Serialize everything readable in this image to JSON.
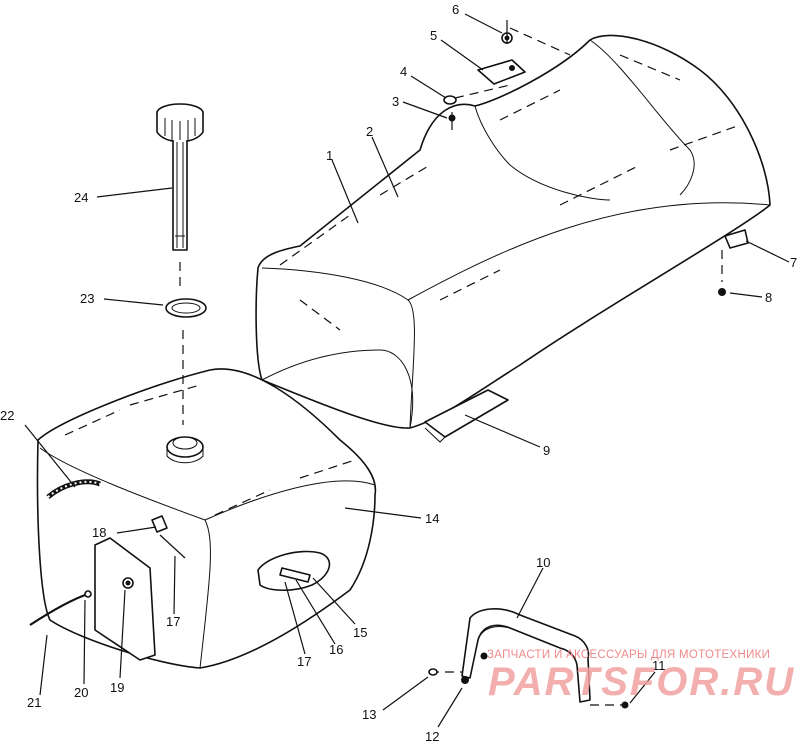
{
  "diagram": {
    "callouts": [
      {
        "id": "c1",
        "label": "1"
      },
      {
        "id": "c2",
        "label": "2"
      },
      {
        "id": "c3",
        "label": "3"
      },
      {
        "id": "c4",
        "label": "4"
      },
      {
        "id": "c5",
        "label": "5"
      },
      {
        "id": "c6",
        "label": "6"
      },
      {
        "id": "c7",
        "label": "7"
      },
      {
        "id": "c8",
        "label": "8"
      },
      {
        "id": "c9",
        "label": "9"
      },
      {
        "id": "c10",
        "label": "10"
      },
      {
        "id": "c11",
        "label": "11"
      },
      {
        "id": "c12",
        "label": "12"
      },
      {
        "id": "c13",
        "label": "13"
      },
      {
        "id": "c14",
        "label": "14"
      },
      {
        "id": "c15",
        "label": "15"
      },
      {
        "id": "c16",
        "label": "16"
      },
      {
        "id": "c17a",
        "label": "17"
      },
      {
        "id": "c17b",
        "label": "17"
      },
      {
        "id": "c18",
        "label": "18"
      },
      {
        "id": "c19",
        "label": "19"
      },
      {
        "id": "c20",
        "label": "20"
      },
      {
        "id": "c21",
        "label": "21"
      },
      {
        "id": "c22",
        "label": "22"
      },
      {
        "id": "c23",
        "label": "23"
      },
      {
        "id": "c24",
        "label": "24"
      }
    ]
  },
  "watermark": {
    "subtitle": "ЗАПЧАСТИ И АКСЕССУАРЫ ДЛЯ МОТОТЕХНИКИ",
    "logo": "PARTSFOR.RU",
    "color": "#f2a0a0"
  }
}
